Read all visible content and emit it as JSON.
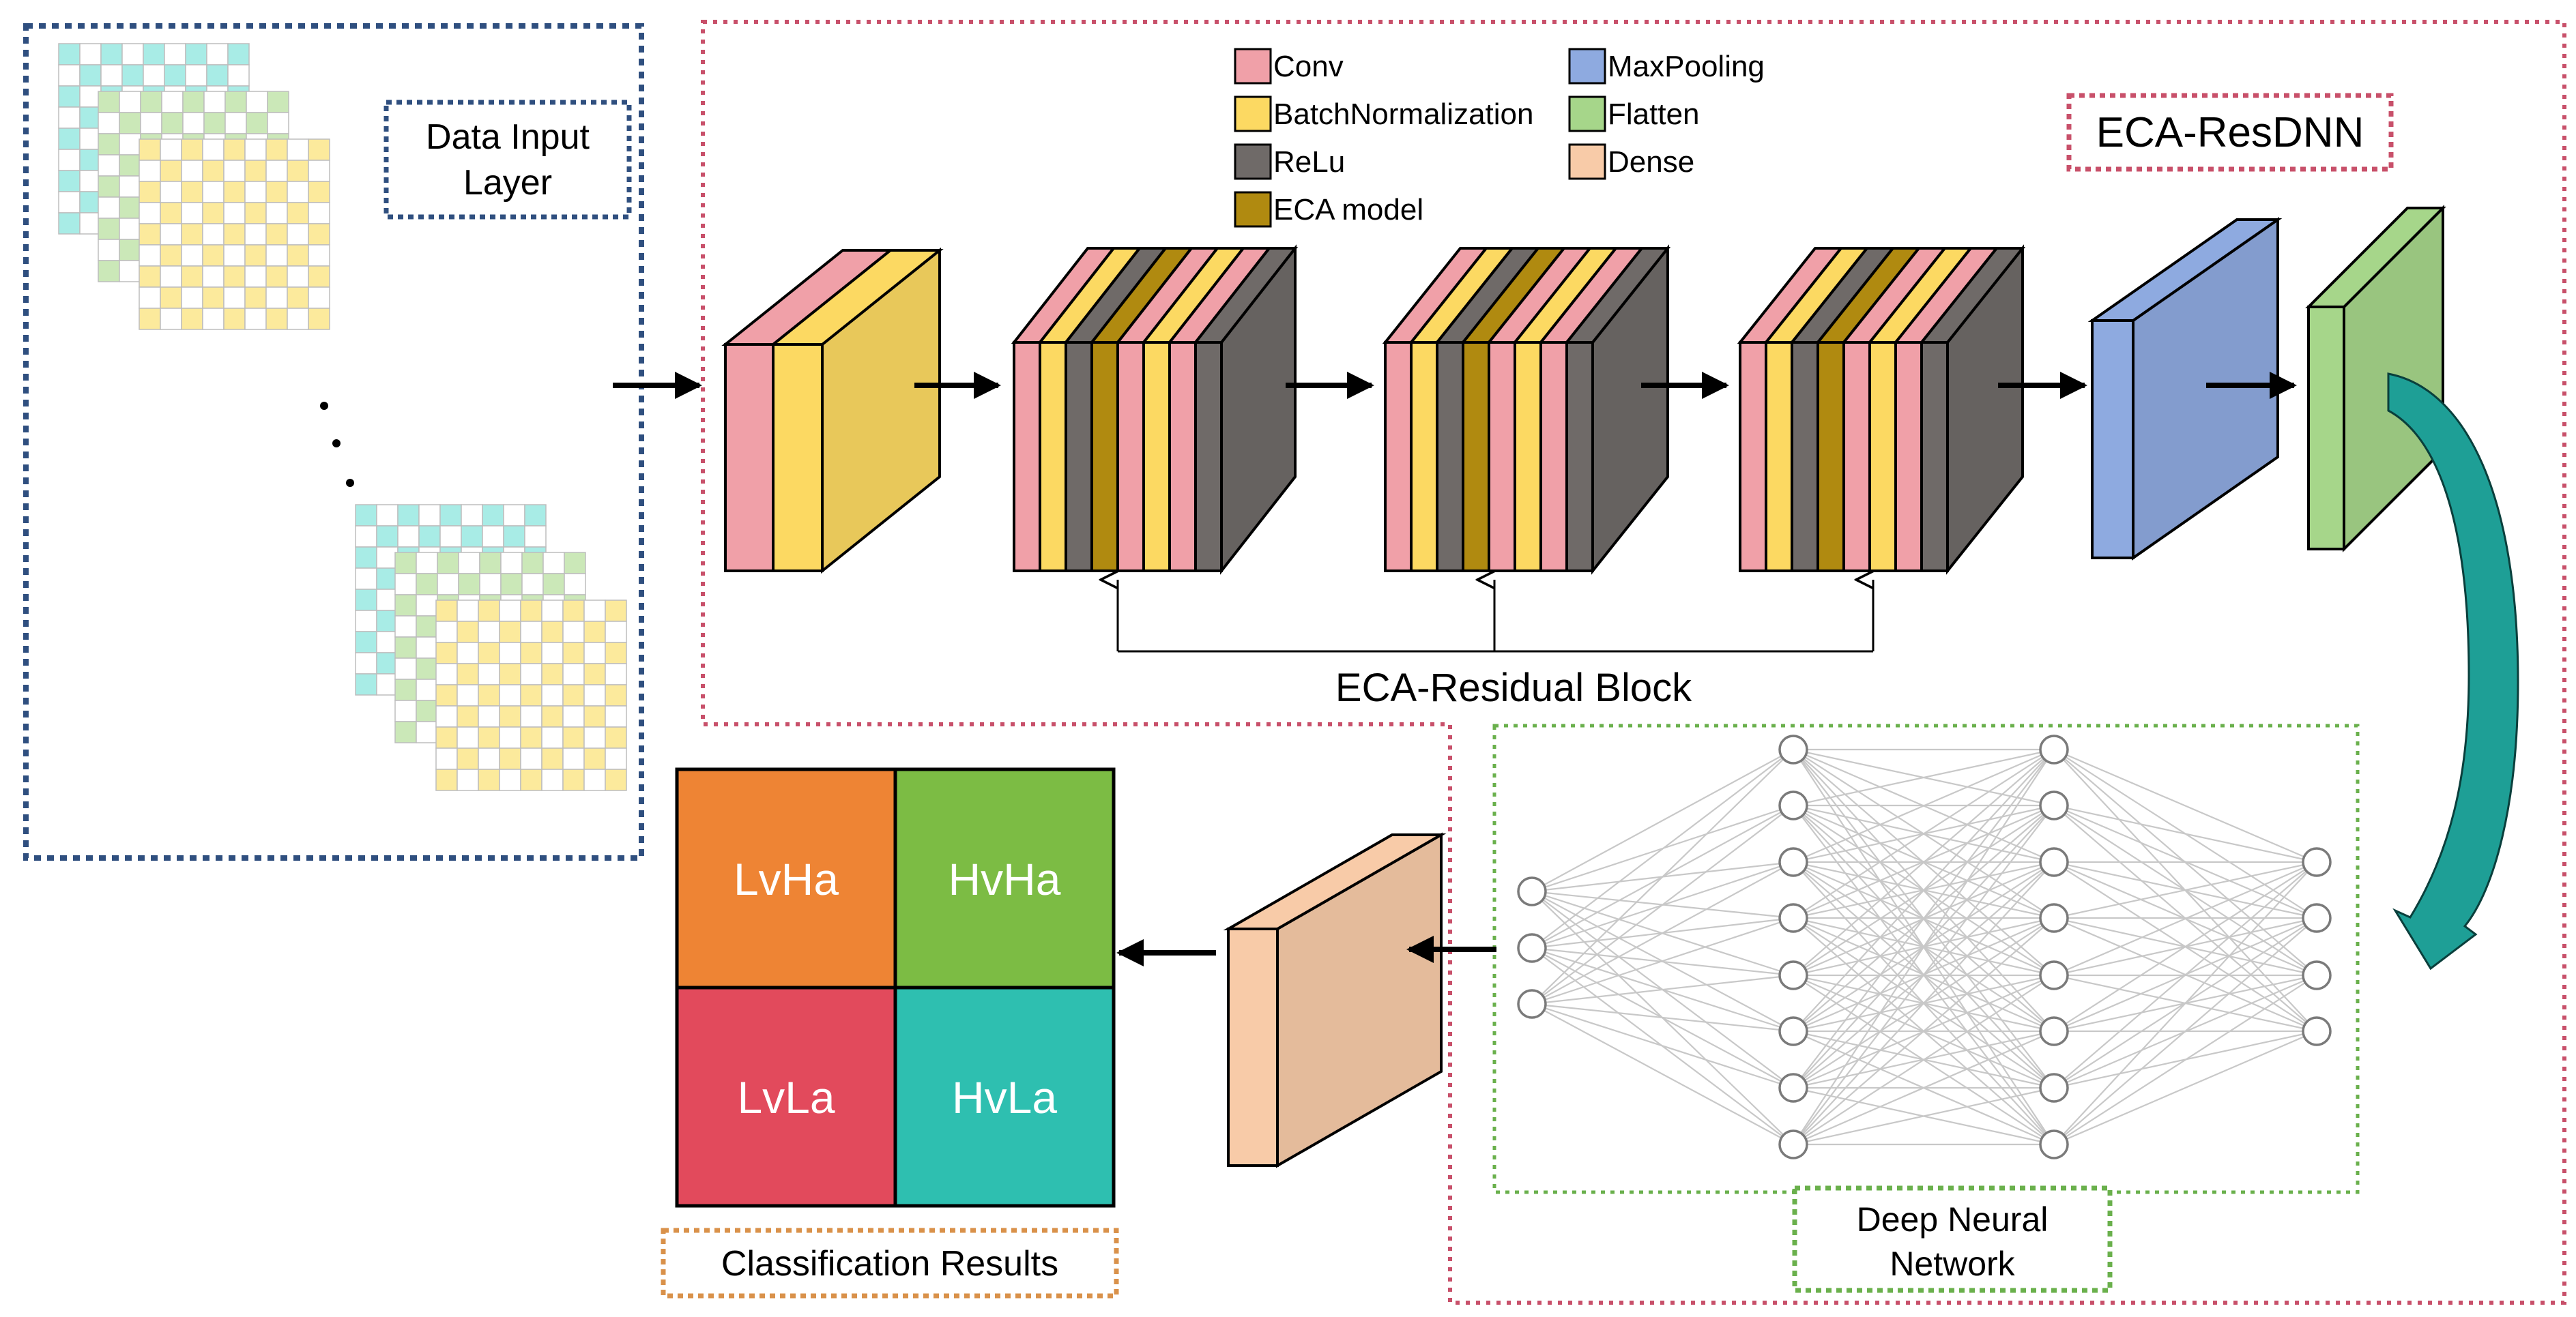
{
  "input_layer": {
    "label_line1": "Data Input",
    "label_line2": "Layer"
  },
  "legend": {
    "items": [
      {
        "label": "Conv",
        "color": "#f0a0a8"
      },
      {
        "label": "BatchNormalization",
        "color": "#fcd962"
      },
      {
        "label": "ReLu",
        "color": "#6f6a68"
      },
      {
        "label": "ECA model",
        "color": "#b08a10"
      },
      {
        "label": "MaxPooling",
        "color": "#8eaae0"
      },
      {
        "label": "Flatten",
        "color": "#a6d68a"
      },
      {
        "label": "Dense",
        "color": "#f8cba8"
      }
    ]
  },
  "eca_resdnn": {
    "title": "ECA-ResDNN"
  },
  "residual_block": {
    "label": "ECA-Residual Block"
  },
  "dnn": {
    "label_line1": "Deep Neural",
    "label_line2": "Network"
  },
  "classification": {
    "title": "Classification Results",
    "cells": [
      {
        "label": "LvHa",
        "color": "#ee8434"
      },
      {
        "label": "HvHa",
        "color": "#7cbc44"
      },
      {
        "label": "LvLa",
        "color": "#e24a5c"
      },
      {
        "label": "HvLa",
        "color": "#2ebfb0"
      }
    ]
  },
  "colors": {
    "input_border": "#2f4f7f",
    "eca_border": "#c8506a",
    "dnn_border": "#6ab04c",
    "results_border": "#d9914a",
    "teal_arrow": "#1e9f96",
    "grid_cyan": "#a8ece6",
    "grid_green": "#cbe8b8",
    "grid_yellow": "#fcea9c"
  }
}
